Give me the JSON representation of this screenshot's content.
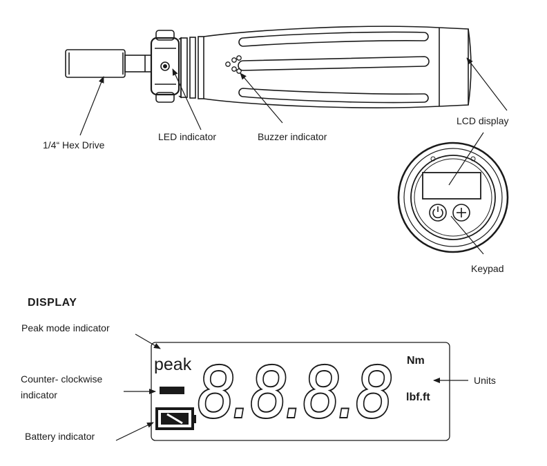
{
  "labels": {
    "hex_drive": "1/4“ Hex  Drive",
    "led_indicator": "LED indicator",
    "buzzer_indicator": "Buzzer indicator",
    "lcd_display": "LCD display",
    "keypad": "Keypad"
  },
  "display_section": {
    "heading": "DISPLAY",
    "peak_mode_label": "Peak mode indicator",
    "ccw_label_line1": "Counter- clockwise",
    "ccw_label_line2": "indicator",
    "battery_label": "Battery indicator",
    "units_label": "Units"
  },
  "lcd": {
    "peak_text": "peak",
    "digits": "8.8.8.8",
    "unit_nm": "Nm",
    "unit_lbf": "lbf.ft"
  },
  "icons": {
    "power": "power-icon",
    "plus": "plus-icon",
    "battery": "battery-icon"
  }
}
